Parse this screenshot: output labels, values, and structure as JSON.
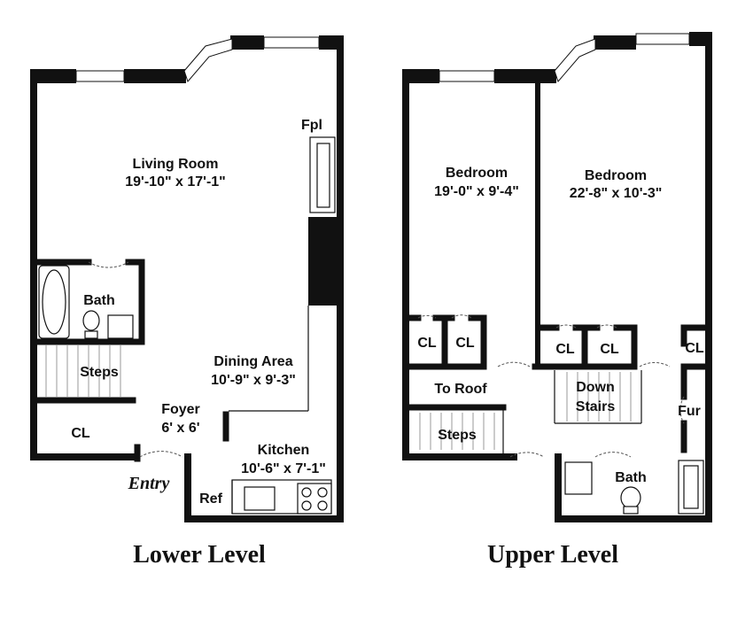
{
  "lower": {
    "title": "Lower Level",
    "living_name": "Living Room",
    "living_dim": "19'-10\" x 17'-1\"",
    "fireplace": "Fpl",
    "bath": "Bath",
    "steps": "Steps",
    "closet": "CL",
    "foyer_name": "Foyer",
    "foyer_dim": "6' x 6'",
    "entry": "Entry",
    "dining_name": "Dining Area",
    "dining_dim": "10'-9\" x 9'-3\"",
    "kitchen_name": "Kitchen",
    "kitchen_dim": "10'-6\" x 7'-1\"",
    "ref": "Ref"
  },
  "upper": {
    "title": "Upper Level",
    "bedroom1_name": "Bedroom",
    "bedroom1_dim": "19'-0\" x 9'-4\"",
    "bedroom2_name": "Bedroom",
    "bedroom2_dim": "22'-8\" x 10'-3\"",
    "closet": "CL",
    "to_roof": "To Roof",
    "down": "Down",
    "stairs": "Stairs",
    "fur": "Fur",
    "steps": "Steps",
    "bath": "Bath"
  }
}
